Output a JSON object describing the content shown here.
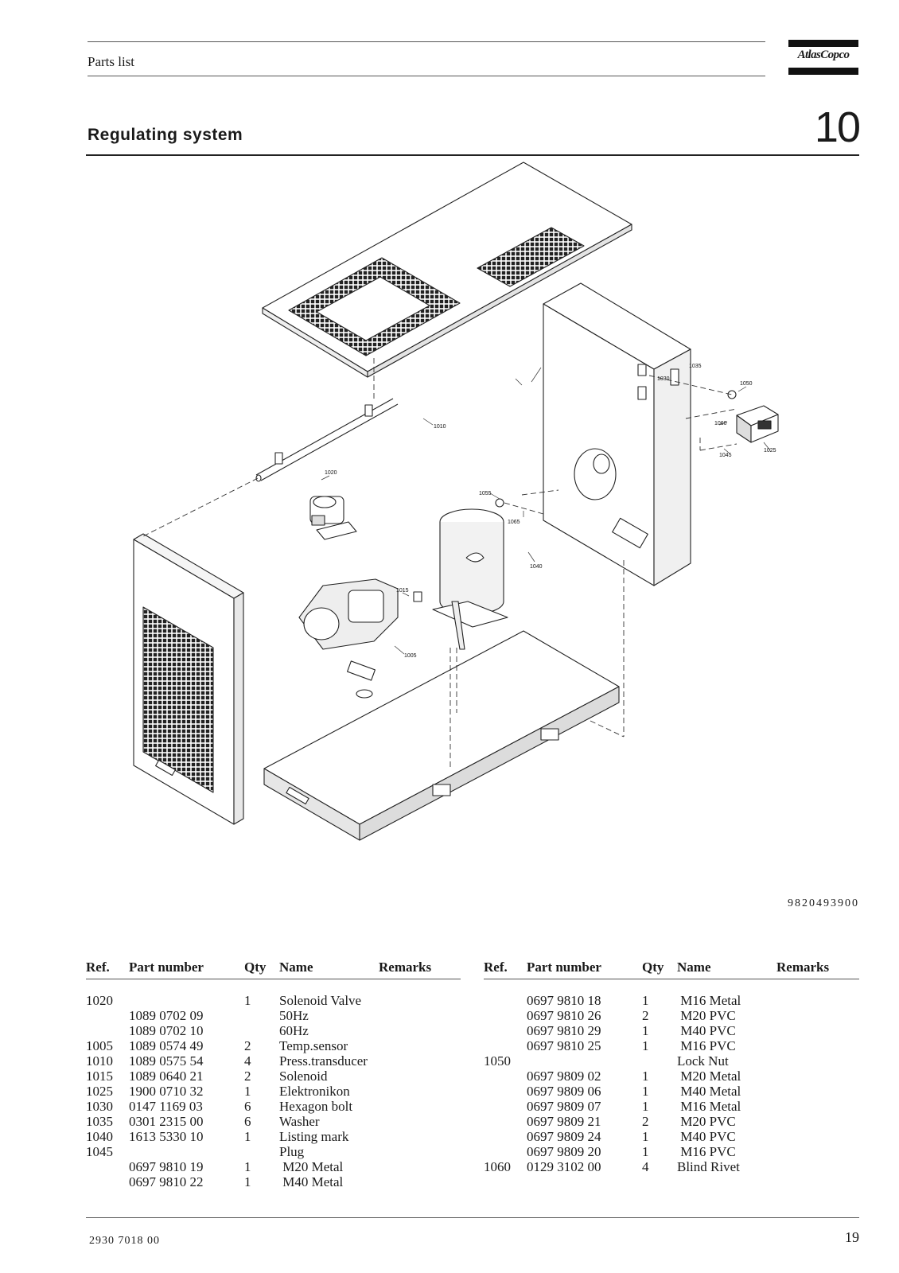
{
  "header": {
    "label": "Parts list",
    "logo_text": "AtlasCopco"
  },
  "section": {
    "title": "Regulating system",
    "number": "10"
  },
  "drawing": {
    "id": "9820493900",
    "callouts": [
      "1005",
      "1010",
      "1015",
      "1020",
      "1025",
      "1030",
      "1035",
      "1040",
      "1045",
      "1050",
      "1055",
      "1060",
      "1065"
    ]
  },
  "table": {
    "headers": {
      "ref": "Ref.",
      "part": "Part number",
      "qty": "Qty",
      "name": "Name",
      "remarks": "Remarks"
    },
    "left": [
      {
        "ref": "1020",
        "part": "",
        "qty": "1",
        "name": "Solenoid Valve"
      },
      {
        "ref": "",
        "part": "1089 0702 09",
        "qty": "",
        "name": "50Hz"
      },
      {
        "ref": "",
        "part": "1089 0702 10",
        "qty": "",
        "name": "60Hz"
      },
      {
        "ref": "1005",
        "part": "1089 0574 49",
        "qty": "2",
        "name": "Temp.sensor"
      },
      {
        "ref": "1010",
        "part": "1089 0575 54",
        "qty": "4",
        "name": "Press.transducer"
      },
      {
        "ref": "1015",
        "part": "1089 0640 21",
        "qty": "2",
        "name": "Solenoid"
      },
      {
        "ref": "1025",
        "part": "1900 0710 32",
        "qty": "1",
        "name": "Elektronikon"
      },
      {
        "ref": "1030",
        "part": "0147 1169 03",
        "qty": "6",
        "name": "Hexagon bolt"
      },
      {
        "ref": "1035",
        "part": "0301 2315 00",
        "qty": "6",
        "name": "Washer"
      },
      {
        "ref": "1040",
        "part": "1613 5330 10",
        "qty": "1",
        "name": "Listing mark"
      },
      {
        "ref": "1045",
        "part": "",
        "qty": "",
        "name": "Plug"
      },
      {
        "ref": "",
        "part": "0697 9810 19",
        "qty": "1",
        "name": " M20 Metal"
      },
      {
        "ref": "",
        "part": "0697 9810 22",
        "qty": "1",
        "name": " M40 Metal"
      }
    ],
    "right": [
      {
        "ref": "",
        "part": "0697 9810 18",
        "qty": "1",
        "name": " M16 Metal"
      },
      {
        "ref": "",
        "part": "0697 9810 26",
        "qty": "2",
        "name": " M20 PVC"
      },
      {
        "ref": "",
        "part": "0697 9810 29",
        "qty": "1",
        "name": " M40 PVC"
      },
      {
        "ref": "",
        "part": "0697 9810 25",
        "qty": "1",
        "name": " M16 PVC"
      },
      {
        "ref": "1050",
        "part": "",
        "qty": "",
        "name": "Lock Nut"
      },
      {
        "ref": "",
        "part": "0697 9809 02",
        "qty": "1",
        "name": " M20 Metal"
      },
      {
        "ref": "",
        "part": "0697 9809 06",
        "qty": "1",
        "name": " M40 Metal"
      },
      {
        "ref": "",
        "part": "0697 9809 07",
        "qty": "1",
        "name": " M16 Metal"
      },
      {
        "ref": "",
        "part": "0697 9809 21",
        "qty": "2",
        "name": " M20 PVC"
      },
      {
        "ref": "",
        "part": "0697 9809 24",
        "qty": "1",
        "name": " M40 PVC"
      },
      {
        "ref": "",
        "part": "0697 9809 20",
        "qty": "1",
        "name": " M16 PVC"
      },
      {
        "ref": "1060",
        "part": "0129 3102 00",
        "qty": "4",
        "name": "Blind Rivet"
      }
    ]
  },
  "footer": {
    "doc_code": "2930  7018  00",
    "page": "19"
  }
}
